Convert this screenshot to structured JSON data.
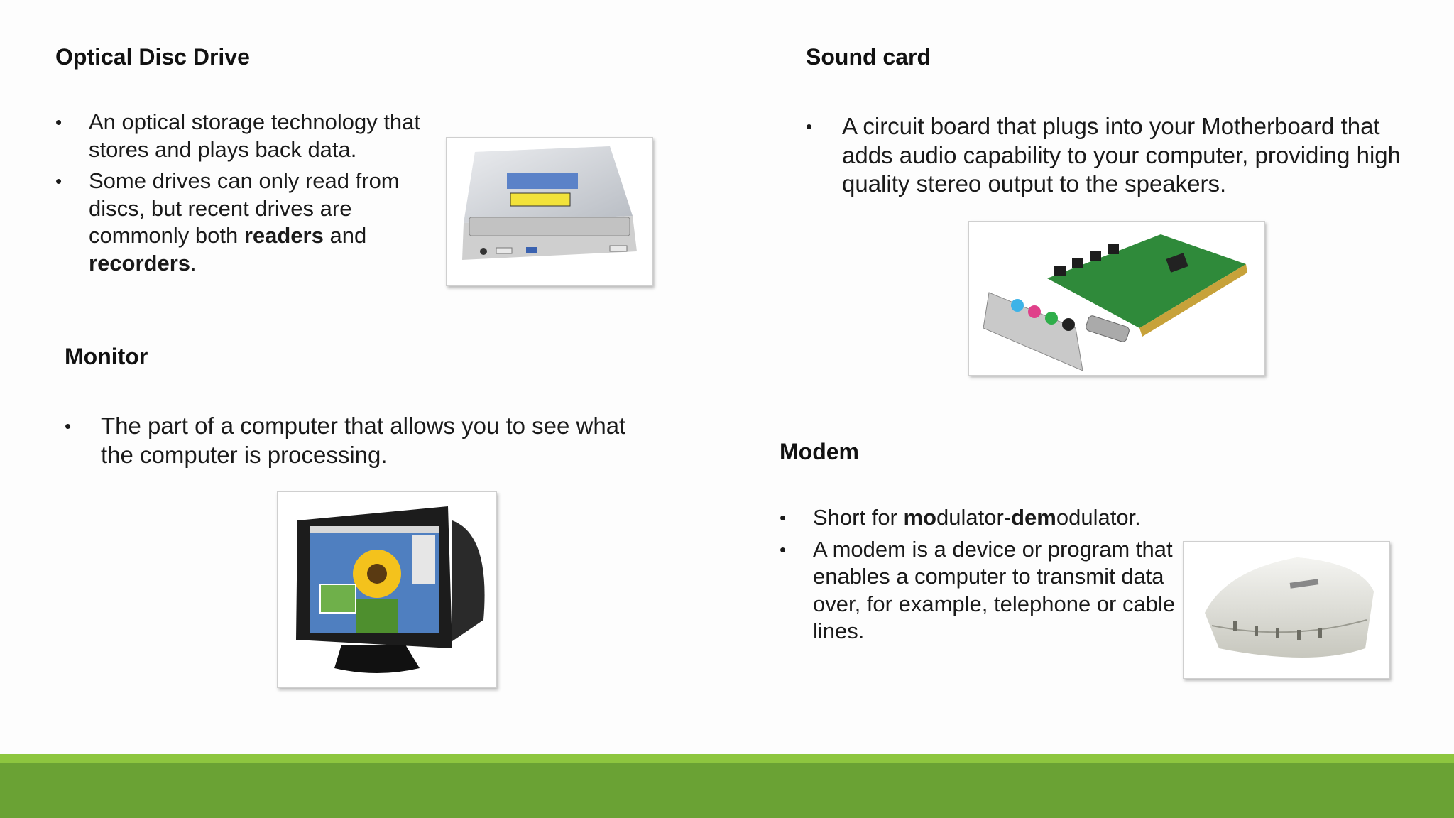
{
  "optical": {
    "title": "Optical Disc Drive",
    "b1": "An optical storage technology that stores and plays back data.",
    "b2_a": "Some drives can only read from discs, but recent drives are commonly both ",
    "b2_bold1": "readers",
    "b2_b": " and ",
    "b2_bold2": "recorders",
    "b2_c": "."
  },
  "monitor": {
    "title": "Monitor",
    "b1": "The part of a computer that allows you to see what the computer is processing."
  },
  "sound": {
    "title": "Sound card",
    "b1": "A circuit board that plugs into your Motherboard that adds audio capability to your computer, providing high quality stereo output to the speakers."
  },
  "modem": {
    "title": "Modem",
    "b1_a": "Short for ",
    "b1_bold1": "mo",
    "b1_b": "dulator-",
    "b1_bold2": "dem",
    "b1_c": "odulator.",
    "b2": "A modem is a device or program that enables a computer to transmit data over, for example, telephone or cable lines."
  },
  "bullet_char": "•",
  "colors": {
    "footer": "#6aa234",
    "footer_accent": "#8dc63f"
  }
}
